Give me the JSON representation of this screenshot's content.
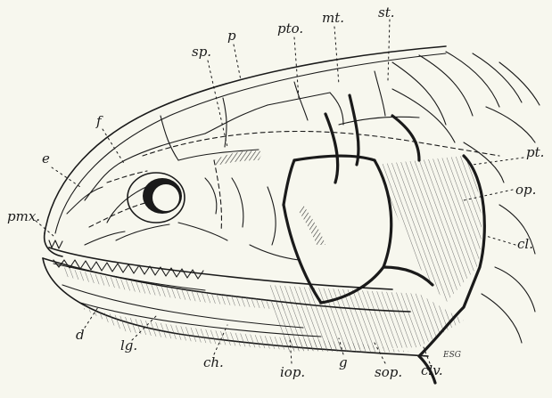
{
  "figure": {
    "labels": {
      "p": "p",
      "pto": "pto.",
      "mt": "mt.",
      "st": "st.",
      "sp": "sp.",
      "f": "f",
      "e": "e",
      "pmx": "pmx.",
      "pt": "pt.",
      "op": "op.",
      "cl": "cl.",
      "d": "d",
      "lg": "lg.",
      "ch": "ch.",
      "iop": "iop.",
      "g": "g",
      "sop": "sop.",
      "clv": "clv.",
      "signature": "ESG"
    }
  }
}
